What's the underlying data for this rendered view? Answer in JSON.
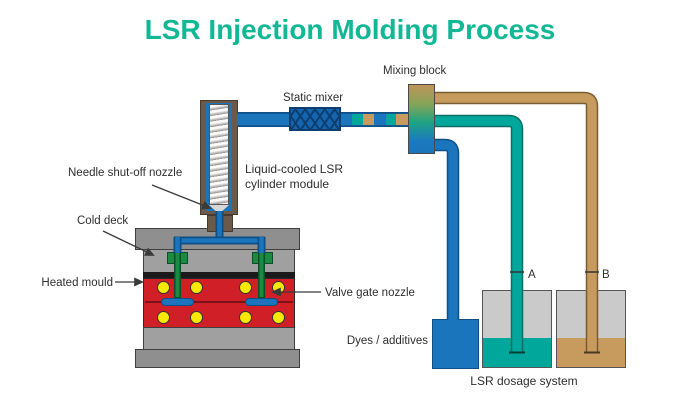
{
  "title": "LSR Injection Molding Process",
  "labels": {
    "mixing_block": "Mixing block",
    "static_mixer": "Static mixer",
    "cylinder_module": "Liquid-cooled LSR\ncylinder module",
    "needle_nozzle": "Needle shut-off nozzle",
    "cold_deck": "Cold deck",
    "heated_mould": "Heated mould",
    "valve_gate": "Valve gate nozzle",
    "dyes_additives": "Dyes / additives",
    "container_a": "A",
    "container_b": "B",
    "dosage_system": "LSR dosage system"
  },
  "colors": {
    "title_teal": "#12B895",
    "pipe_blue": "#1B75BC",
    "component_a_teal": "#00A79A",
    "component_b_tan": "#C79A5E",
    "heated_mould_red": "#D01F26",
    "cold_runner_green": "#1C8A41",
    "heater_yellow": "#F9E800",
    "plate_gray": "#8F8F8F",
    "cylinder_brown": "#6B5A4A"
  }
}
